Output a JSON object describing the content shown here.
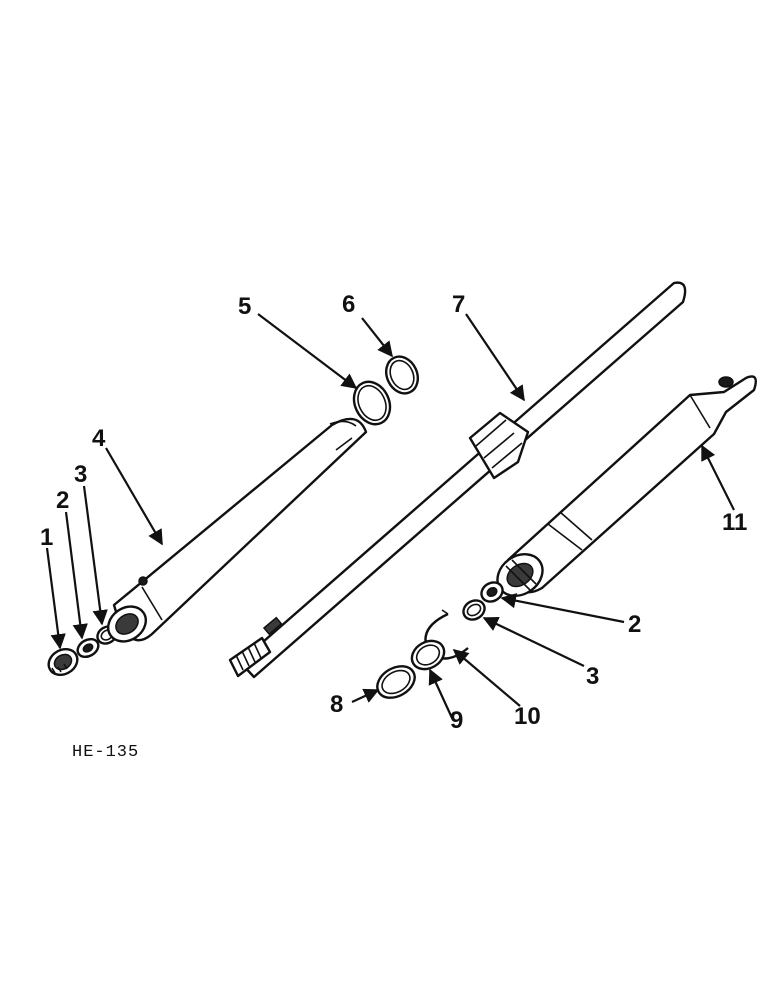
{
  "figure_code": "HE-135",
  "callouts": [
    "1",
    "2",
    "3",
    "4",
    "5",
    "6",
    "7",
    "11",
    "2",
    "3",
    "8",
    "9",
    "10"
  ]
}
